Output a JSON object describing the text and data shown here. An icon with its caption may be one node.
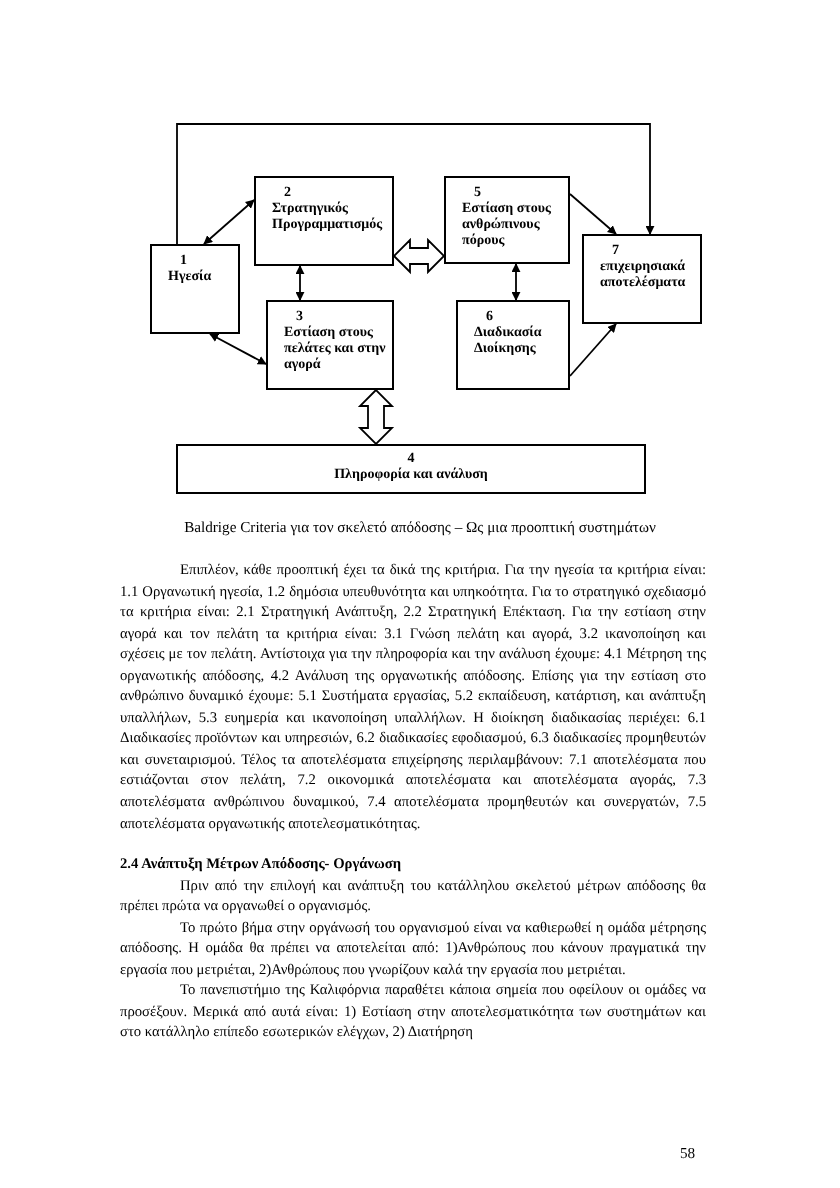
{
  "diagram": {
    "caption": "Baldrige Criteria για τον σκελετό απόδοσης – Ως μια προοπτική συστημάτων",
    "nodes": [
      {
        "text": [
          "1",
          "Ηγεσία"
        ]
      },
      {
        "text": [
          "2",
          "Στρατηγικός Προγραμματισμός"
        ]
      },
      {
        "text": [
          "3",
          "Εστίαση στους πελάτες και στην αγορά"
        ]
      },
      {
        "text": [
          "4",
          "Πληροφορία και ανάλυση"
        ]
      },
      {
        "text": [
          "5",
          "Εστίαση στους ανθρώπινους πόρους"
        ]
      },
      {
        "text": [
          "6",
          "Διαδικασία Διοίκησης"
        ]
      },
      {
        "text": [
          "7",
          "επιχειρησιακά αποτελέσματα"
        ]
      }
    ],
    "edges": [
      {
        "from": 0,
        "to": 1,
        "arrow": "both"
      },
      {
        "from": 0,
        "to": 2,
        "arrow": "both"
      },
      {
        "from": 1,
        "to": 2,
        "arrow": "both"
      },
      {
        "from": 1,
        "to": 4,
        "arrow": "both",
        "style": "thick"
      },
      {
        "from": 4,
        "to": 5,
        "arrow": "both"
      },
      {
        "from": 4,
        "to": 6,
        "arrow": "to"
      },
      {
        "from": 5,
        "to": 6,
        "arrow": "to"
      },
      {
        "from": 0,
        "to": 6,
        "arrow": "to"
      },
      {
        "from": 2,
        "to": 3,
        "arrow": "both",
        "style": "thick"
      }
    ],
    "labels": [
      "Επιπλέον, κάθε προοπτική έχει τα δικά της κριτήρια. Για την ηγεσία τα κριτήρια είναι: 1.1 Οργανωτική ηγεσία, 1.2 δημόσια υπευθυνότητα και υπηκοότητα. Για το στρατηγικό σχεδιασμό τα κριτήρια είναι: 2.1 Στρατηγική Ανάπτυξη, 2.2 Στρατηγική Επέκταση. Για την εστίαση στην αγορά και τον πελάτη τα κριτήρια είναι: 3.1 Γνώση πελάτη και αγορά, 3.2 ικανοποίηση και σχέσεις με τον πελάτη. Αντίστοιχα για την πληροφορία και την ανάλυση έχουμε: 4.1 Μέτρηση της οργανωτικής απόδοσης, 4.2 Ανάλυση της οργανωτικής απόδοσης. Επίσης για την εστίαση στο ανθρώπινο δυναμικό έχουμε: 5.1 Συστήματα εργασίας, 5.2 εκπαίδευση, κατάρτιση, και ανάπτυξη υπαλλήλων, 5.3 ευημερία και ικανοποίηση υπαλλήλων. Η διοίκηση διαδικασίας περιέχει: 6.1 Διαδικασίες προϊόντων και υπηρεσιών, 6.2 διαδικασίες εφοδιασμού, 6.3 διαδικασίες προμηθευτών και συνεταιρισμού. Τέλος τα αποτελέσματα επιχείρησης περιλαμβάνουν: 7.1 αποτελέσματα που εστιάζονται στον πελάτη, 7.2 οικονομικά αποτελέσματα και αποτελέσματα αγοράς, 7.3 αποτελέσματα ανθρώπινου δυναμικού, 7.4 αποτελέσματα προμηθευτών και συνεργατών, 7.5 αποτελέσματα οργανωτικής αποτελεσματικότητας.",
      "2.4 Ανάπτυξη Μέτρων Απόδοσης- Οργάνωση",
      "Πριν από την επιλογή και ανάπτυξη του κατάλληλου σκελετού μέτρων απόδοσης θα πρέπει πρώτα να οργανωθεί ο οργανισμός.",
      "Το πρώτο βήμα στην οργάνωσή του οργανισμού είναι να καθιερωθεί η ομάδα μέτρησης απόδοσης. Η ομάδα θα πρέπει να αποτελείται από: 1)Ανθρώπους που κάνουν πραγματικά την εργασία που μετριέται, 2)Ανθρώπους που γνωρίζουν καλά την εργασία που μετριέται.",
      "Το πανεπιστήμιο της Καλιφόρνια παραθέτει κάποια σημεία που οφείλουν οι ομάδες να προσέξουν. Μερικά από αυτά είναι: 1) Εστίαση στην αποτελεσματικότητα των συστημάτων και στο κατάλληλο επίπεδο εσωτερικών ελέγχων, 2) Διατήρηση",
      "58"
    ]
  }
}
